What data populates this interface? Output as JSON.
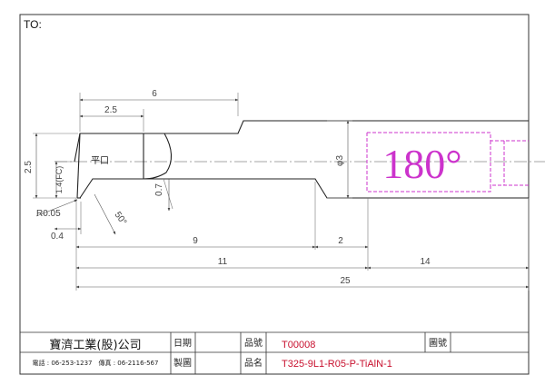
{
  "header": {
    "to_label": "TO:"
  },
  "dimensions": {
    "d6": "6",
    "d2_5_top": "2.5",
    "d2_5_left": "2.5",
    "d1_4": "1.4(FC)",
    "flat_label": "平口",
    "d0_7": "0.7",
    "phi3": "φ3",
    "r0_05": "R0.05",
    "d0_4": "0.4",
    "angle50": "50°",
    "d9": "9",
    "d2": "2",
    "d11": "11",
    "d14": "14",
    "d25": "25"
  },
  "view": {
    "rotation_label": "180°",
    "accent_color": "#cc33cc"
  },
  "title_block": {
    "company": "寶濟工業(股)公司",
    "contact": "電話 : 06-253-1237　傳真 : 06-2116-567",
    "date_label": "日期",
    "drawn_label": "製圖",
    "part_no_label": "品號",
    "part_no_value": "T00008",
    "part_name_label": "品名",
    "part_name_value": "T325-9L1-R05-P-TiAlN-1",
    "drawing_no_label": "圖號",
    "value_color": "#c8102e"
  }
}
